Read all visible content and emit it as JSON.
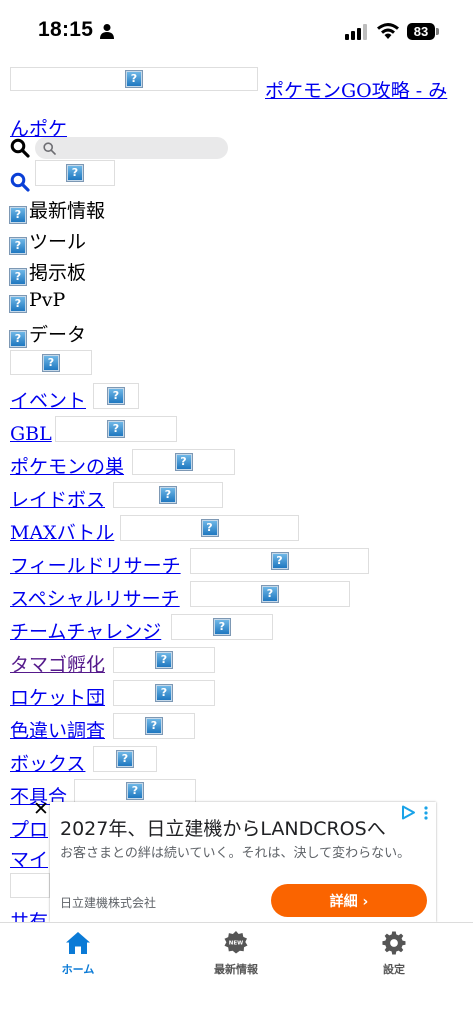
{
  "status_bar": {
    "time": "18:15",
    "battery": "83"
  },
  "site": {
    "title_link": "ポケモンGO攻略 - みんポケ",
    "broken_image_glyph": "?"
  },
  "search": {
    "placeholder": ""
  },
  "menu": [
    {
      "label": "最新情報"
    },
    {
      "label": "ツール"
    },
    {
      "label": "掲示板"
    },
    {
      "label": "PvP"
    },
    {
      "label": "データ"
    }
  ],
  "categories": [
    {
      "label": "イベント"
    },
    {
      "label": "GBL"
    },
    {
      "label": "ポケモンの巣"
    },
    {
      "label": "レイドボス"
    },
    {
      "label": "MAXバトル"
    },
    {
      "label": "フィールドリサーチ"
    },
    {
      "label": "スペシャルリサーチ"
    },
    {
      "label": "チームチャレンジ"
    },
    {
      "label": "タマゴ孵化"
    },
    {
      "label": "ロケット団"
    },
    {
      "label": "色違い調査"
    },
    {
      "label": "ボックス"
    },
    {
      "label": "不具合"
    },
    {
      "label": "プロ"
    },
    {
      "label": "マイ"
    },
    {
      "label": "共有"
    }
  ],
  "ad": {
    "close": "✕",
    "headline": "2027年、日立建機からLANDCROSへ",
    "body": "お客さまとの絆は続いていく。それは、決して変わらない。",
    "advertiser": "日立建機株式会社",
    "cta": "詳細 ›"
  },
  "tab_bar": {
    "home": "ホーム",
    "news": "最新情報",
    "news_badge": "NEW",
    "settings": "設定"
  },
  "colors": {
    "link": "#0000ee",
    "visited_link": "#551a8b",
    "tab_active": "#0a7ad6",
    "tab_inactive": "#555555",
    "ad_cta": "#fa6400"
  }
}
